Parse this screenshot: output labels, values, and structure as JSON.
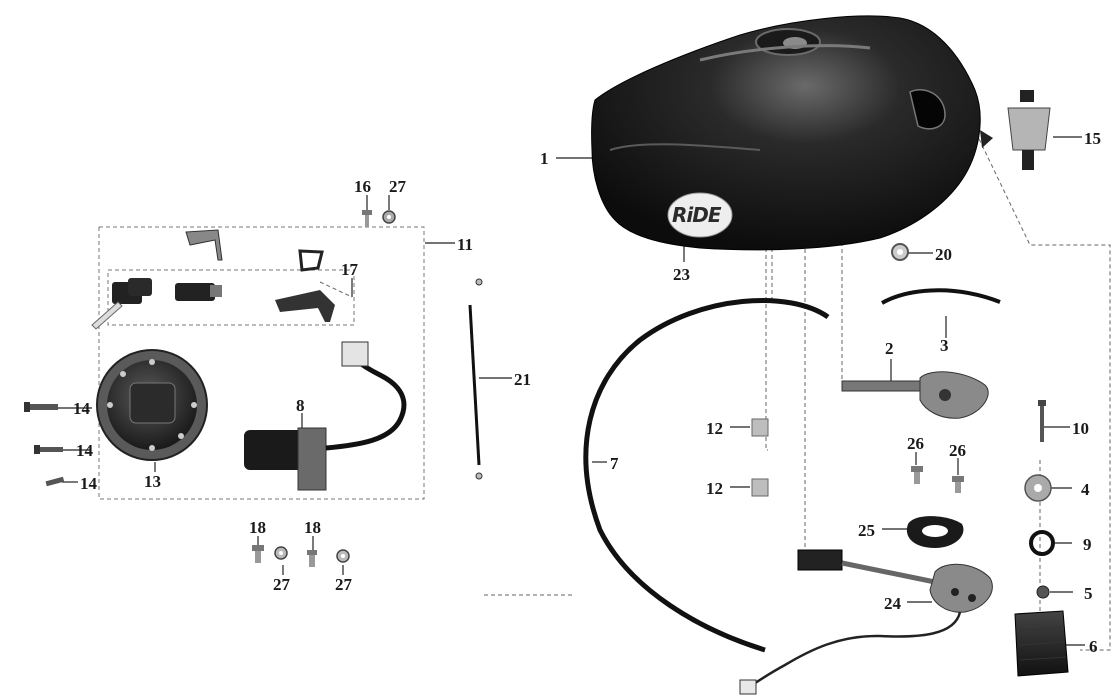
{
  "diagram": {
    "brand_text": "RiDE",
    "callouts": {
      "c1": "1",
      "c2": "2",
      "c3": "3",
      "c4": "4",
      "c5": "5",
      "c6": "6",
      "c7": "7",
      "c8": "8",
      "c9": "9",
      "c10": "10",
      "c11": "11",
      "c12a": "12",
      "c12b": "12",
      "c13": "13",
      "c14a": "14",
      "c14b": "14",
      "c14c": "14",
      "c15": "15",
      "c16": "16",
      "c17": "17",
      "c18a": "18",
      "c18b": "18",
      "c20": "20",
      "c21": "21",
      "c23": "23",
      "c24": "24",
      "c25": "25",
      "c26a": "26",
      "c26b": "26",
      "c27a": "27",
      "c27b": "27",
      "c27c": "27"
    }
  }
}
